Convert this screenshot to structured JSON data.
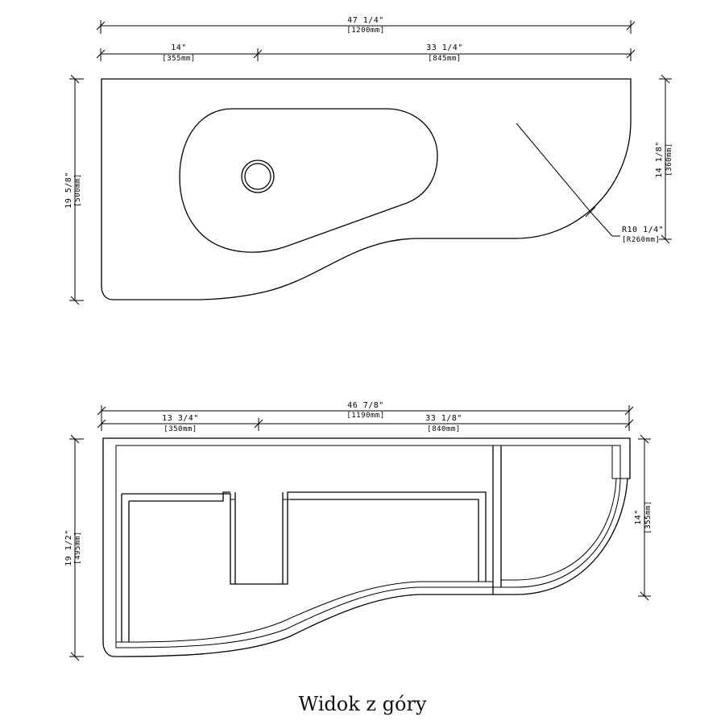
{
  "caption": "Widok z góry",
  "top_view": {
    "overall_width": "47 1/4\"",
    "overall_width_mm": "[1200mm]",
    "left_width": "14\"",
    "left_width_mm": "[355mm]",
    "right_width": "33 1/4\"",
    "right_width_mm": "[845mm]",
    "depth": "19 5/8\"",
    "depth_mm": "[500mm]",
    "right_depth": "14 1/8\"",
    "right_depth_mm": "[360mm]",
    "radius": "R10 1/4\"",
    "radius_mm": "[R260mm]"
  },
  "cabinet_view": {
    "overall_width": "46 7/8\"",
    "overall_width_mm": "[1190mm]",
    "left_width": "13 3/4\"",
    "left_width_mm": "[350mm]",
    "right_width": "33 1/8\"",
    "right_width_mm": "[840mm]",
    "depth": "19 1/2\"",
    "depth_mm": "[495mm]",
    "right_depth": "14\"",
    "right_depth_mm": "[355mm]"
  }
}
